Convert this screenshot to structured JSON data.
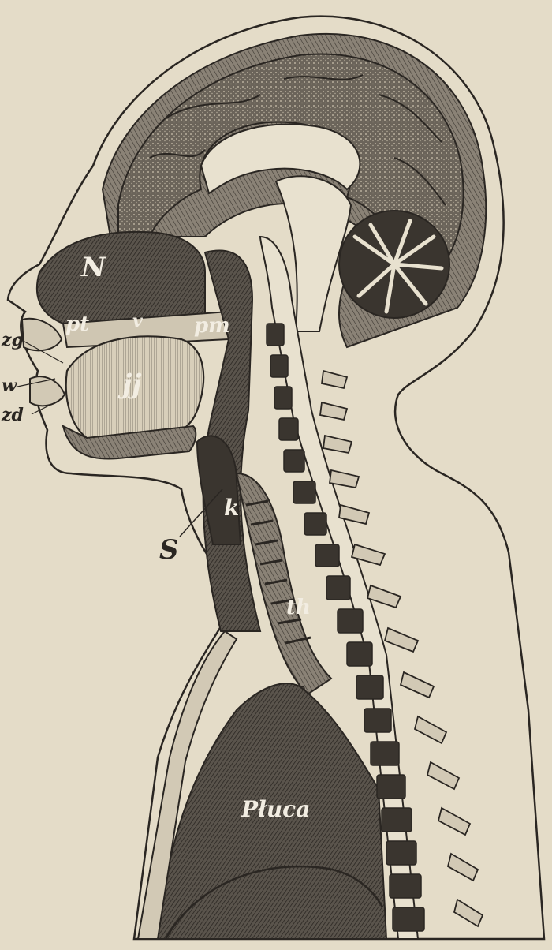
{
  "figure": {
    "labels": {
      "N": "N",
      "pt": "pt",
      "v": "v",
      "pm": "pm",
      "zg": "zg",
      "w": "w",
      "zd": "zd",
      "jj": "jj",
      "S": "S",
      "k": "k",
      "th": "th",
      "pluca": "Płuca"
    }
  },
  "colors": {
    "paper": "#e4dcc8",
    "ink": "#2a2622",
    "dark_fill": "#4a4540",
    "mid_fill": "#7a736a",
    "bone": "#ddd5c2"
  }
}
